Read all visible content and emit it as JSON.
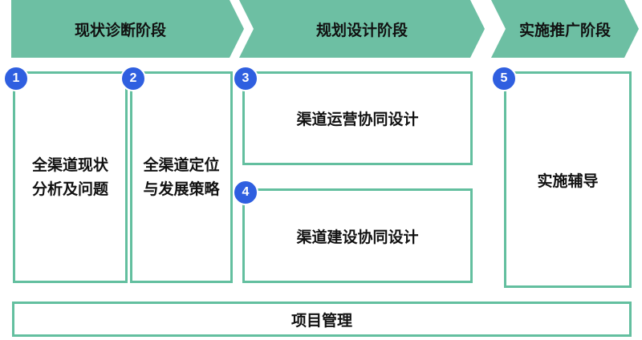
{
  "colors": {
    "chevron_fill": "#6dbfa3",
    "box_border": "#63bf9f",
    "badge_fill": "#2f5fe0"
  },
  "phases": [
    {
      "label": "现状诊断阶段"
    },
    {
      "label": "规划设计阶段"
    },
    {
      "label": "实施推广阶段"
    }
  ],
  "steps": [
    {
      "number": "1",
      "label": "全渠道现状分析及问题"
    },
    {
      "number": "2",
      "label": "全渠道定位与发展策略"
    },
    {
      "number": "3",
      "label": "渠道运营协同设计"
    },
    {
      "number": "4",
      "label": "渠道建设协同设计"
    },
    {
      "number": "5",
      "label": "实施辅导"
    }
  ],
  "footer": {
    "label": "项目管理"
  }
}
